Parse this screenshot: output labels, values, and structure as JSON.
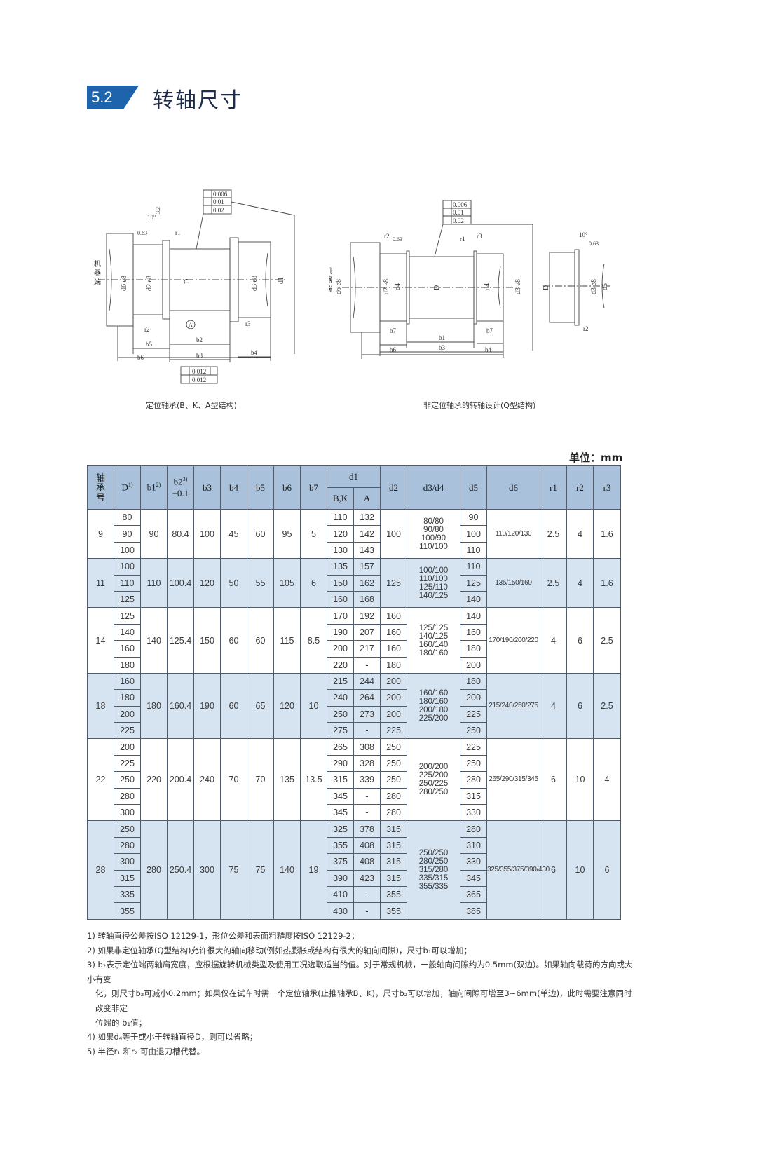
{
  "section": {
    "number": "5.2",
    "title": "转轴尺寸"
  },
  "captions": {
    "left": "定位轴承(B、K、A型结构)",
    "right": "非定位轴承的转轴设计(Q型结构)"
  },
  "drawing_text": {
    "machine_end": "机器端",
    "tol_1": "0.006",
    "tol_2": "0.01",
    "tol_3": "0.02",
    "tol_4": "0.012",
    "tol_5": "0.012",
    "datum": "A",
    "rough_1": "3.2",
    "rough_2": "0.63",
    "angle": "10°",
    "r1": "r1",
    "r2": "r2",
    "r3": "r3",
    "d6": "d6 e8",
    "d2": "d2 e8",
    "d3": "d3 e8",
    "d4": "d4",
    "d5": "d5",
    "D": "D",
    "d1": "d1",
    "b1": "b1",
    "b2": "b2",
    "b3": "b3",
    "b4": "b4",
    "b5": "b5",
    "b6": "b6",
    "b7": "b7"
  },
  "unit": "单位：mm",
  "table": {
    "headers": {
      "bearing_no": "轴承号",
      "D": "D",
      "D_sup": "1)",
      "b1": "b1",
      "b1_sup": "2)",
      "b2": "b2",
      "b2_sup": "3)",
      "b2_tol": "±0.1",
      "b3": "b3",
      "b4": "b4",
      "b5": "b5",
      "b6": "b6",
      "b7": "b7",
      "d1": "d1",
      "d1_bk": "B,K",
      "d1_a": "A",
      "d2": "d2",
      "d3d4": "d3/d4",
      "d5": "d5",
      "d6": "d6",
      "r1": "r1",
      "r2": "r2",
      "r3": "r3"
    },
    "groups": [
      {
        "no": "9",
        "b1": "90",
        "b2": "80.4",
        "b3": "100",
        "b4": "45",
        "b5": "60",
        "b6": "95",
        "b7": "5",
        "d3d4": [
          "80/80",
          "90/80",
          "100/90",
          "110/100"
        ],
        "d6": "110/120/130",
        "r1": "2.5",
        "r2": "4",
        "r3": "1.6",
        "rows": [
          {
            "D": "80",
            "d1bk": "110",
            "d1a": "132",
            "d2": "100",
            "d5": "90"
          },
          {
            "D": "90",
            "d1bk": "120",
            "d1a": "142",
            "d2": "",
            "d5": "100"
          },
          {
            "D": "100",
            "d1bk": "130",
            "d1a": "143",
            "d2": "",
            "d5": "110"
          }
        ]
      },
      {
        "no": "11",
        "b1": "110",
        "b2": "100.4",
        "b3": "120",
        "b4": "50",
        "b5": "55",
        "b6": "105",
        "b7": "6",
        "d3d4": [
          "100/100",
          "110/100",
          "125/110",
          "140/125"
        ],
        "d6": "135/150/160",
        "r1": "2.5",
        "r2": "4",
        "r3": "1.6",
        "rows": [
          {
            "D": "100",
            "d1bk": "135",
            "d1a": "157",
            "d2": "125",
            "d5": "110"
          },
          {
            "D": "110",
            "d1bk": "150",
            "d1a": "162",
            "d2": "",
            "d5": "125"
          },
          {
            "D": "125",
            "d1bk": "160",
            "d1a": "168",
            "d2": "",
            "d5": "140"
          }
        ]
      },
      {
        "no": "14",
        "b1": "140",
        "b2": "125.4",
        "b3": "150",
        "b4": "60",
        "b5": "60",
        "b6": "115",
        "b7": "8.5",
        "d3d4": [
          "125/125",
          "140/125",
          "160/140",
          "180/160"
        ],
        "d6": "170/190/200/220",
        "r1": "4",
        "r2": "6",
        "r3": "2.5",
        "rows": [
          {
            "D": "125",
            "d1bk": "170",
            "d1a": "192",
            "d2": "160",
            "d5": "140"
          },
          {
            "D": "140",
            "d1bk": "190",
            "d1a": "207",
            "d2": "160",
            "d5": "160"
          },
          {
            "D": "160",
            "d1bk": "200",
            "d1a": "217",
            "d2": "160",
            "d5": "180"
          },
          {
            "D": "180",
            "d1bk": "220",
            "d1a": "-",
            "d2": "180",
            "d5": "200"
          }
        ]
      },
      {
        "no": "18",
        "b1": "180",
        "b2": "160.4",
        "b3": "190",
        "b4": "60",
        "b5": "65",
        "b6": "120",
        "b7": "10",
        "d3d4": [
          "160/160",
          "180/160",
          "200/180",
          "225/200"
        ],
        "d6": "215/240/250/275",
        "r1": "4",
        "r2": "6",
        "r3": "2.5",
        "rows": [
          {
            "D": "160",
            "d1bk": "215",
            "d1a": "244",
            "d2": "200",
            "d5": "180"
          },
          {
            "D": "180",
            "d1bk": "240",
            "d1a": "264",
            "d2": "200",
            "d5": "200"
          },
          {
            "D": "200",
            "d1bk": "250",
            "d1a": "273",
            "d2": "200",
            "d5": "225"
          },
          {
            "D": "225",
            "d1bk": "275",
            "d1a": "-",
            "d2": "225",
            "d5": "250"
          }
        ]
      },
      {
        "no": "22",
        "b1": "220",
        "b2": "200.4",
        "b3": "240",
        "b4": "70",
        "b5": "70",
        "b6": "135",
        "b7": "13.5",
        "d3d4": [
          "200/200",
          "225/200",
          "250/225",
          "280/250"
        ],
        "d6": "265/290/315/345",
        "r1": "6",
        "r2": "10",
        "r3": "4",
        "rows": [
          {
            "D": "200",
            "d1bk": "265",
            "d1a": "308",
            "d2": "250",
            "d5": "225"
          },
          {
            "D": "225",
            "d1bk": "290",
            "d1a": "328",
            "d2": "250",
            "d5": "250"
          },
          {
            "D": "250",
            "d1bk": "315",
            "d1a": "339",
            "d2": "250",
            "d5": "280"
          },
          {
            "D": "280",
            "d1bk": "345",
            "d1a": "-",
            "d2": "280",
            "d5": "315"
          },
          {
            "D": "300",
            "d1bk": "345",
            "d1a": "-",
            "d2": "280",
            "d5": "330"
          }
        ]
      },
      {
        "no": "28",
        "b1": "280",
        "b2": "250.4",
        "b3": "300",
        "b4": "75",
        "b5": "75",
        "b6": "140",
        "b7": "19",
        "d3d4": [
          "250/250",
          "280/250",
          "315/280",
          "335/315",
          "355/335"
        ],
        "d6": "325/355/375/390/430",
        "r1": "6",
        "r2": "10",
        "r3": "6",
        "rows": [
          {
            "D": "250",
            "d1bk": "325",
            "d1a": "378",
            "d2": "315",
            "d5": "280"
          },
          {
            "D": "280",
            "d1bk": "355",
            "d1a": "408",
            "d2": "315",
            "d5": "310"
          },
          {
            "D": "300",
            "d1bk": "375",
            "d1a": "408",
            "d2": "315",
            "d5": "330"
          },
          {
            "D": "315",
            "d1bk": "390",
            "d1a": "423",
            "d2": "315",
            "d5": "345"
          },
          {
            "D": "335",
            "d1bk": "410",
            "d1a": "-",
            "d2": "355",
            "d5": "365"
          },
          {
            "D": "355",
            "d1bk": "430",
            "d1a": "-",
            "d2": "355",
            "d5": "385"
          }
        ]
      }
    ]
  },
  "notes": [
    "1) 转轴直径公差按ISO 12129-1，形位公差和表面粗糙度按ISO 12129-2；",
    "2) 如果非定位轴承(Q型结构)允许很大的轴向移动(例如热膨胀或结构有很大的轴向间隙)，尺寸b₁可以增加；",
    "3) b₂表示定位端两轴肩宽度，应根据旋转机械类型及使用工况选取适当的值。对于常规机械，一般轴向间隙约为0.5mm(双边)。如果轴向载荷的方向或大小有变",
    "化，则尺寸b₂可减小0.2mm；如果仅在试车时需一个定位轴承(止推轴承B、K)，尺寸b₂可以增加，轴向间隙可增至3~6mm(单边)，此时需要注意同时改变非定",
    "位端的 b₁值；",
    "4) 如果d₄等于或小于转轴直径D，则可以省略；",
    "5) 半径r₁ 和r₂ 可由退刀槽代替。"
  ]
}
